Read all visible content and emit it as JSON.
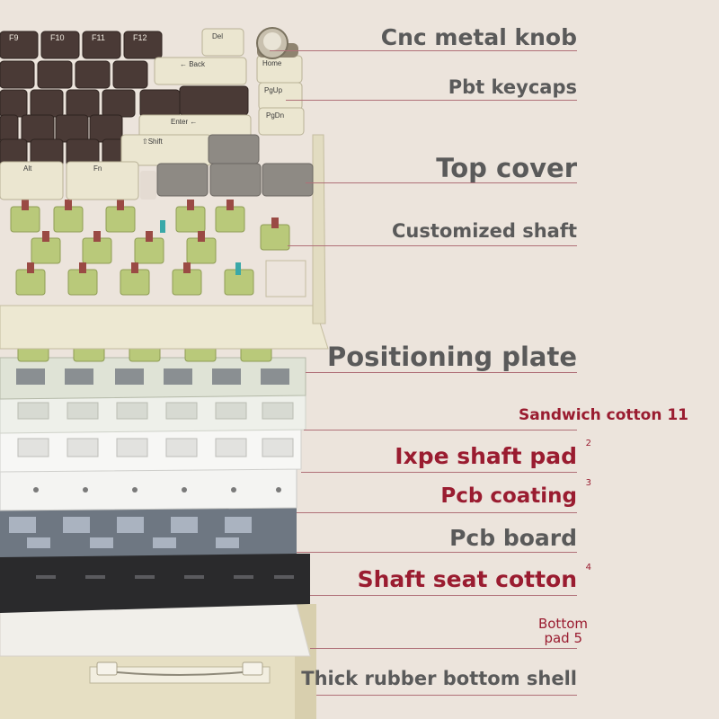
{
  "keys": {
    "f9": "F9",
    "f10": "F10",
    "f11": "F11",
    "f12": "F12",
    "del": "Del",
    "back": "← Back",
    "home": "Home",
    "pgup": "PgUp",
    "pgdn": "PgDn",
    "enter": "Enter ←",
    "shift": "⇧Shift",
    "alt": "Alt",
    "fn": "Fn"
  },
  "labels": {
    "knob": "Cnc metal knob",
    "keycaps": "Pbt keycaps",
    "top_cover": "Top cover",
    "shaft": "Customized shaft",
    "plate": "Positioning plate",
    "sandwich": "Sandwich cotton 11",
    "ixpe": "Ixpe shaft pad",
    "ixpe_num": "2",
    "coating": "Pcb coating",
    "coating_num": "3",
    "pcb": "Pcb board",
    "seat": "Shaft seat cotton",
    "seat_num": "4",
    "bottom_pad_1": "Bottom",
    "bottom_pad_2": "pad 5",
    "shell": "Thick rubber bottom shell"
  },
  "colors": {
    "background": "#ece4dc",
    "label_gray": "#5a5a5a",
    "label_red": "#9a1c30",
    "keycap_dark": "#4a3a36",
    "keycap_cream": "#ebe6d0",
    "switch_green": "#b9c97a",
    "switch_stem": "#9a4a44"
  }
}
